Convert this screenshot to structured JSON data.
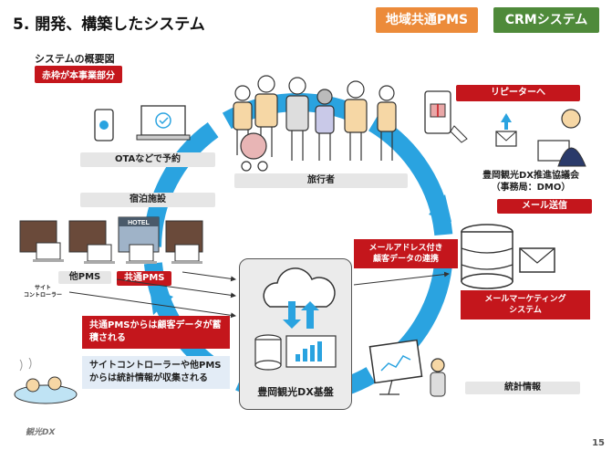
{
  "header": {
    "title": "5. 開発、構築したシステム",
    "tag_pms": "地域共通PMS",
    "tag_crm": "CRMシステム"
  },
  "overview": {
    "subtitle": "システムの概要図",
    "legend": "赤枠が本事業部分"
  },
  "labels": {
    "ota": "OTAなどで予約",
    "accommodation": "宿泊施設",
    "other_pms": "他PMS",
    "common_pms": "共通PMS",
    "site_controller": "サイト\nコントローラー",
    "travelers": "旅行者",
    "repeater": "リピーターへ",
    "dmo": "豊岡観光DX推進協議会\n（事務局：DMO）",
    "mail_send": "メール送信",
    "email_link": "メールアドレス付き\n顧客データの連携",
    "mail_marketing": "メールマーケティング\nシステム",
    "stats": "統計情報",
    "dx_base": "豊岡観光DX基盤",
    "hotel_sign": "HOTEL"
  },
  "callouts": {
    "pms_accumulate": "共通PMSからは顧客データが蓄積される",
    "site_stats": "サイトコントローラーや他PMSからは統計情報が収集される"
  },
  "footer": {
    "page_number": "15",
    "logo": "観光DX"
  },
  "colors": {
    "ring": "#2aa3e0",
    "red": "#c4161c",
    "orange": "#ec8b3a",
    "green": "#4f8a3a"
  }
}
